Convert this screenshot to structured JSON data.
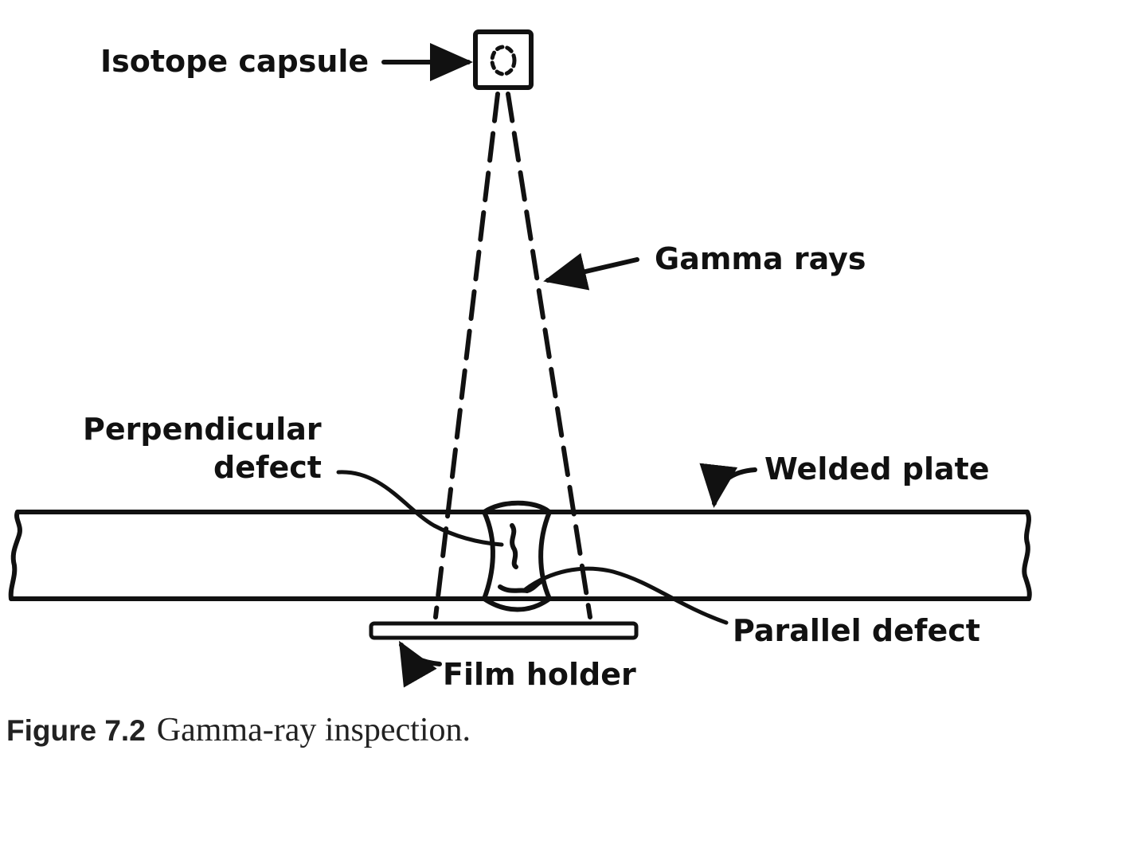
{
  "figure": {
    "labels": {
      "isotope_capsule": "Isotope capsule",
      "gamma_rays": "Gamma rays",
      "perpendicular_defect_line1": "Perpendicular",
      "perpendicular_defect_line2": "defect",
      "welded_plate": "Welded plate",
      "parallel_defect": "Parallel defect",
      "film_holder": "Film holder"
    }
  },
  "caption": {
    "number": "Figure 7.2",
    "text": "Gamma-ray inspection."
  }
}
